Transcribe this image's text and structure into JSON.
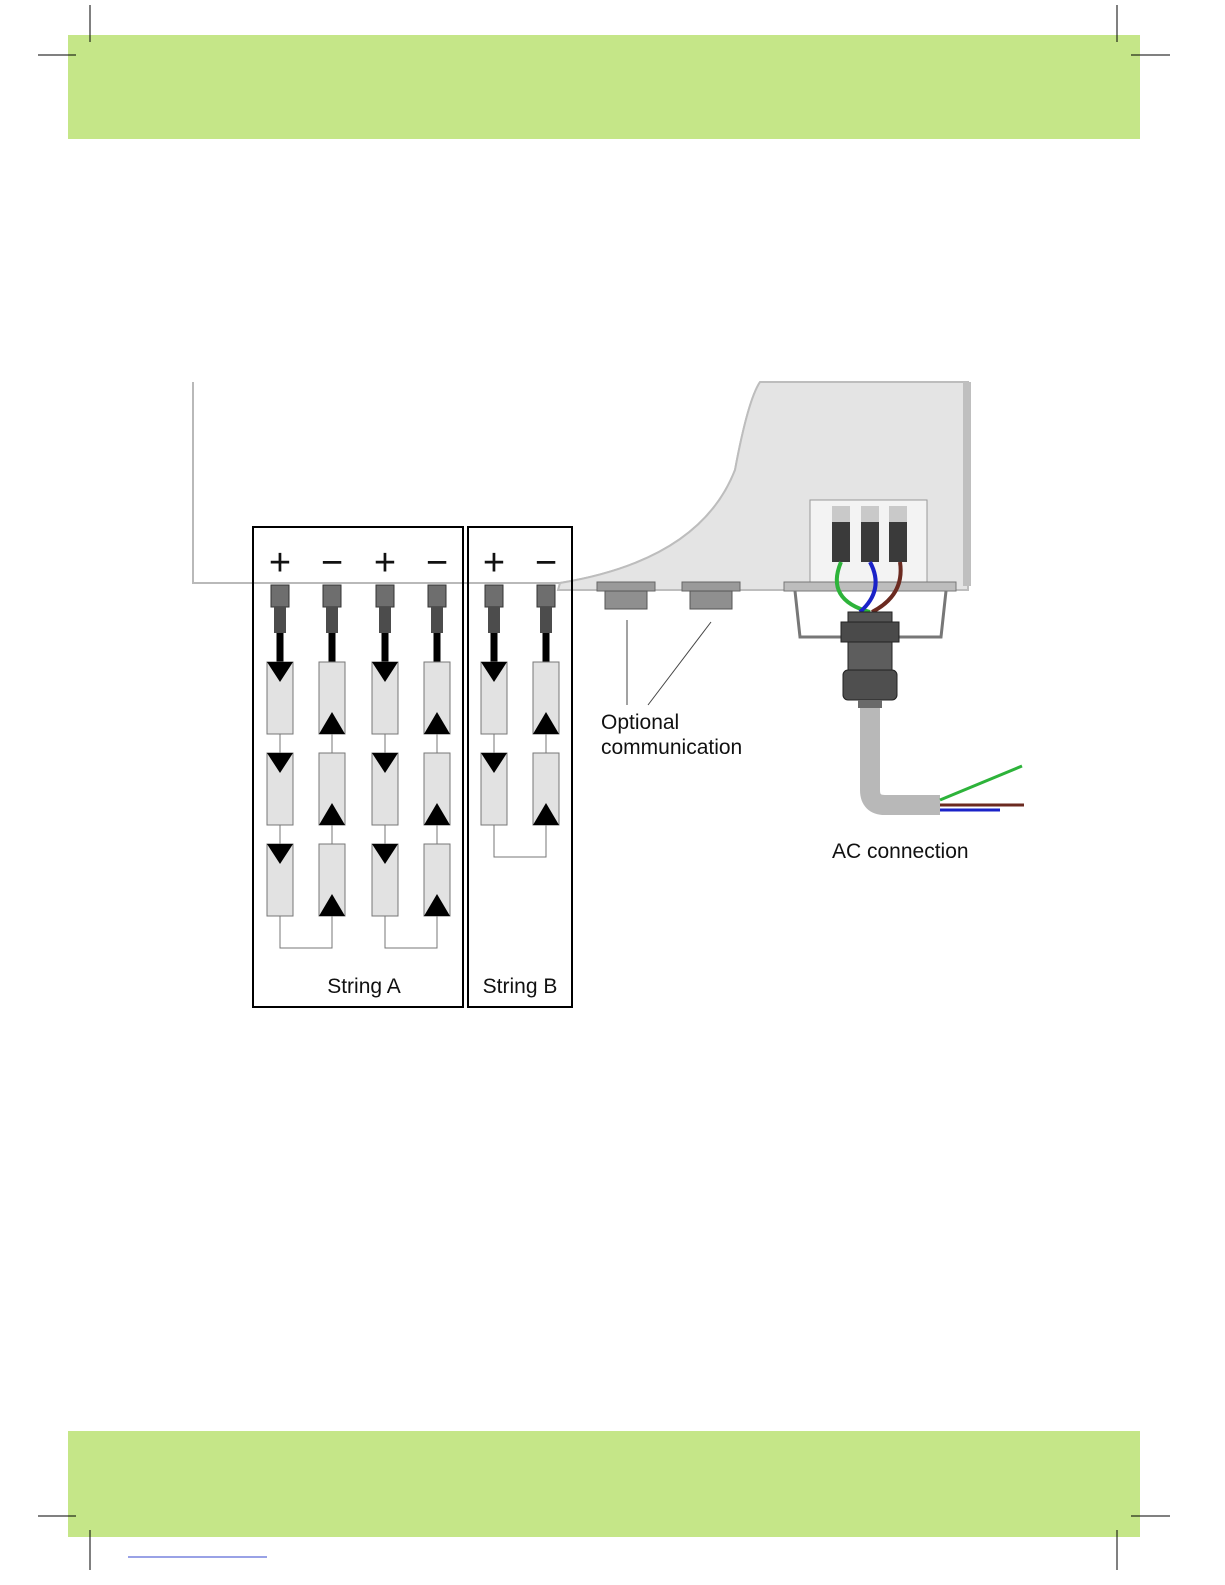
{
  "page": {
    "accent_color": "#c5e688"
  },
  "diagram": {
    "string_a_label": "String A",
    "string_b_label": "String B",
    "comm_label_line1": "Optional",
    "comm_label_line2": "communication",
    "ac_label": "AC connection",
    "terminal_symbols": [
      "+",
      "−",
      "+",
      "−",
      "+",
      "−"
    ],
    "wire_colors": {
      "earth": "#2db33a",
      "neutral": "#1a22c8",
      "live": "#6b2a20"
    }
  }
}
